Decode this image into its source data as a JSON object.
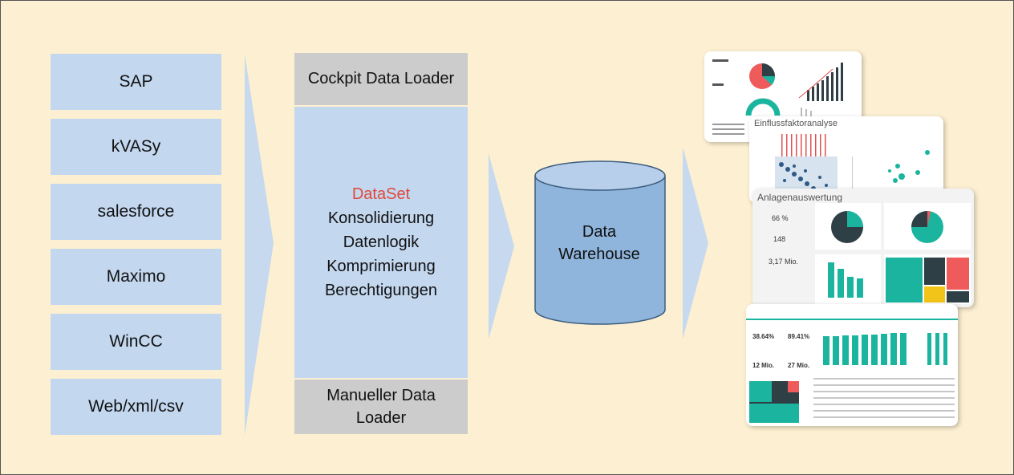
{
  "sources": [
    "SAP",
    "kVASy",
    "salesforce",
    "Maximo",
    "WinCC",
    "Web/xml/csv"
  ],
  "loader": {
    "top": "Cockpit Data Loader",
    "dataset_title": "DataSet",
    "dataset_lines": [
      "Konsolidierung",
      "Datenlogik",
      "Komprimierung",
      "Berechtigungen"
    ],
    "bottom": "Manueller Data Loader"
  },
  "warehouse": {
    "line1": "Data",
    "line2": "Warehouse"
  },
  "reports": {
    "report2_title": "Einflussfaktoranalyse",
    "report3_title": "Anlagenauswertung",
    "report3_kpis": [
      "66 %",
      "148",
      "3,17 Mio."
    ],
    "report4_kpis": [
      "38.64%",
      "89.41%",
      "12 Mio.",
      "27 Mio."
    ]
  },
  "colors": {
    "background": "#fdf0d2",
    "box_blue": "#c3d7ef",
    "box_grey": "#cccccc",
    "arrow_blue": "#c7d9ef",
    "cylinder": "#8fb5dc",
    "dataset_red": "#e0493b",
    "report_teal": "#1bb59f",
    "report_dark": "#2f3f46",
    "report_red": "#ef5b5b"
  }
}
